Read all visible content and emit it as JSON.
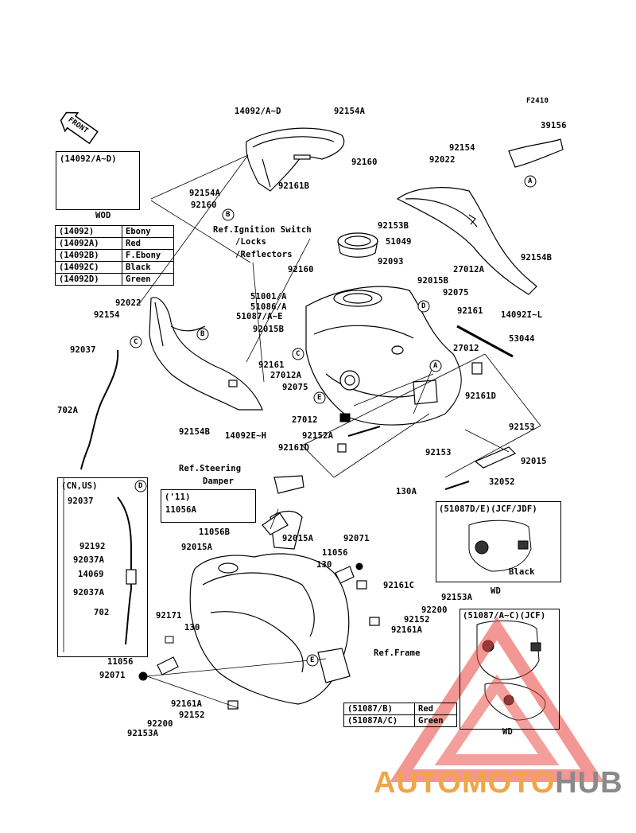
{
  "figure_code": "F2410",
  "front_label": "FRONT",
  "parts": {
    "p14092": "14092/A~D",
    "p92154A_top": "92154A",
    "p92160_top": "92160",
    "p92161B": "92161B",
    "p92154A_left": "92154A",
    "p92160_left": "92160",
    "ref_ignition_1": "Ref.Ignition Switch",
    "ref_ignition_2": "/Locks",
    "ref_ignition_3": "/Reflectors",
    "p92153B": "92153B",
    "p51049": "51049",
    "p92160_mid": "92160",
    "p92093": "92093",
    "p51001": "51001/A",
    "p51086": "51086/A",
    "p51087": "51087/A~E",
    "p92015B_right": "92015B",
    "p92015B_left": "92015B",
    "p92075_right": "92075",
    "p92161_right": "92161",
    "p27012A_right": "27012A",
    "p39156": "39156",
    "p92154_right": "92154",
    "p92022_right": "92022",
    "p92154B": "92154B",
    "p14092IL": "14092I~L",
    "p53044": "53044",
    "p27012_right": "27012",
    "p92161D_right": "92161D",
    "p92022_left": "92022",
    "p92154_left": "92154",
    "p92037_left": "92037",
    "p92161_mid": "92161",
    "p27012A_left": "27012A",
    "p92075_left": "92075",
    "p702A": "702A",
    "p92154B_left": "92154B",
    "p14092EH": "14092E~H",
    "p27012_mid": "27012",
    "p92152A": "92152A",
    "p92161D_mid": "92161D",
    "p92153_a": "92153",
    "p92153_b": "92153",
    "p92015": "92015",
    "p32052": "32052",
    "p130A": "130A",
    "ref_steering_1": "Ref.Steering",
    "ref_steering_2": "Damper",
    "p11056A": "11056A",
    "p11056B": "11056B",
    "p92015A_left": "92015A",
    "p92015A_right": "92015A",
    "p92071_top": "92071",
    "p11056_top": "11056",
    "p130_top": "130",
    "p92161C": "92161C",
    "p92153A_right": "92153A",
    "p92200_right": "92200",
    "p92152_right": "92152",
    "p92161A_right": "92161A",
    "ref_frame": "Ref.Frame",
    "p92171": "92171",
    "p130_low": "130",
    "p11056_low": "11056",
    "p92071_low": "92071",
    "p92161A_low": "92161A",
    "p92152_low": "92152",
    "p92200_low": "92200",
    "p92153A_low": "92153A",
    "cnus_title": "(CN,US)",
    "cn_92037": "92037",
    "cn_92192": "92192",
    "cn_92037A_1": "92037A",
    "cn_14069": "14069",
    "cn_92037A_2": "92037A",
    "cn_702": "702",
    "p11_label": "('11)"
  },
  "markers": {
    "A": "A",
    "B": "B",
    "C": "C",
    "D": "D",
    "E": "E"
  },
  "inset_wod": {
    "title": "(14092/A~D)",
    "caption": "WOD"
  },
  "color_table_top": [
    {
      "code": "(14092)",
      "color": "Ebony"
    },
    {
      "code": "(14092A)",
      "color": "Red"
    },
    {
      "code": "(14092B)",
      "color": "F.Ebony"
    },
    {
      "code": "(14092C)",
      "color": "Black"
    },
    {
      "code": "(14092D)",
      "color": "Green"
    }
  ],
  "inset_jcf_jdf": {
    "title": "(51087D/E)(JCF/JDF)",
    "color": "Black",
    "caption": "WD"
  },
  "inset_jcf": {
    "title": "(51087/A~C)(JCF)",
    "caption": "WD"
  },
  "color_table_bottom": [
    {
      "code": "(51087/B)",
      "color": "Red"
    },
    {
      "code": "(51087A/C)",
      "color": "Green"
    }
  ],
  "watermark": {
    "part1": "AUTOMOTO",
    "part2": "HUB",
    "color1": "#f0a646",
    "color2": "#8a8a8a",
    "triangle": "#e8423a"
  }
}
